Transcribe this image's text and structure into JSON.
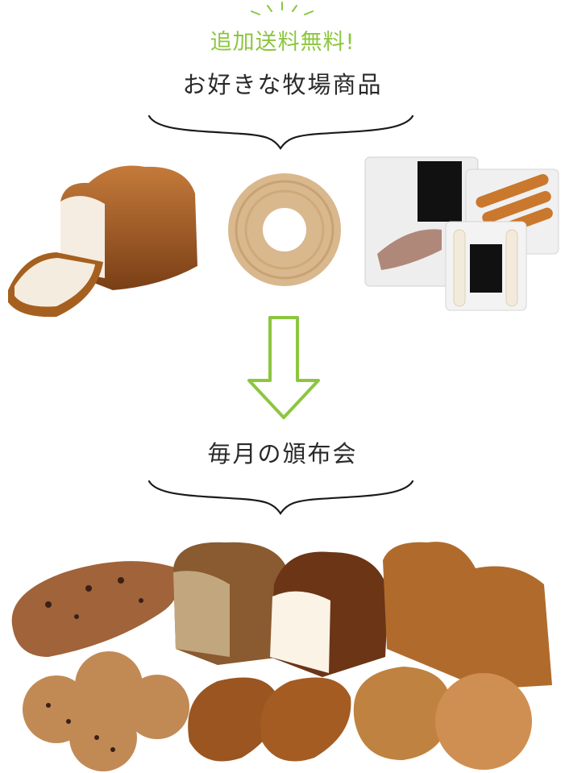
{
  "header": {
    "free_shipping_label": "追加送料無料!",
    "top_heading": "お好きな牧場商品",
    "bottom_heading": "毎月の頒布会"
  },
  "icons": {
    "sparkle": "sparkle-lines-icon",
    "brace": "curly-brace-icon",
    "arrow": "down-arrow-outline-icon"
  },
  "colors": {
    "accent_green": "#8cc63f",
    "text_dark": "#2a2a2a",
    "brace_line": "#1a1a1a"
  },
  "products_top": [
    {
      "id": "bread-loaf"
    },
    {
      "id": "baumkuchen"
    },
    {
      "id": "sausage-bacon-set"
    }
  ],
  "products_bottom": [
    {
      "id": "raisin-baguette"
    },
    {
      "id": "brown-loaf"
    },
    {
      "id": "white-loaf"
    },
    {
      "id": "square-loaf"
    },
    {
      "id": "raisin-rolls"
    },
    {
      "id": "butter-rolls"
    },
    {
      "id": "round-breads"
    }
  ]
}
